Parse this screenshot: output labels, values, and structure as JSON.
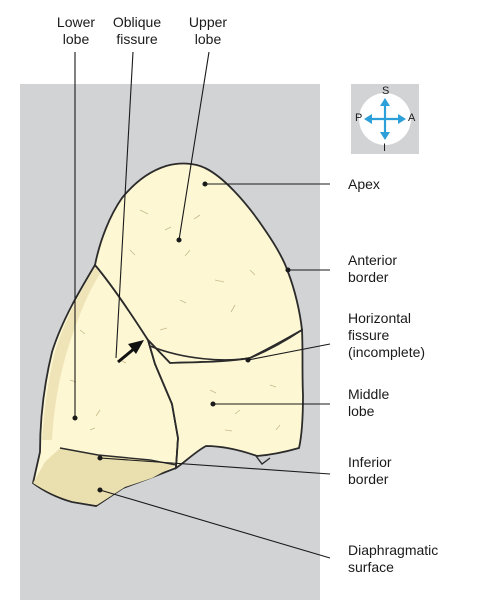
{
  "labels": {
    "lower_lobe": "Lower\nlobe",
    "oblique_fissure": "Oblique\nfissure",
    "upper_lobe": "Upper\nlobe",
    "apex": "Apex",
    "anterior_border": "Anterior\nborder",
    "horizontal_fissure": "Horizontal\nfissure\n(incomplete)",
    "middle_lobe": "Middle\nlobe",
    "inferior_border": "Inferior\nborder",
    "diaphragmatic_surface": "Diaphragmatic\nsurface"
  },
  "orientation": {
    "superior": "S",
    "inferior": "I",
    "posterior": "P",
    "anterior": "A"
  },
  "colors": {
    "background_panel": "#d2d3d5",
    "lung_fill": "#fdf7d3",
    "outline": "#2b2b2b",
    "arrows": "#2d9fd9",
    "leader": "#1a1a1a"
  }
}
